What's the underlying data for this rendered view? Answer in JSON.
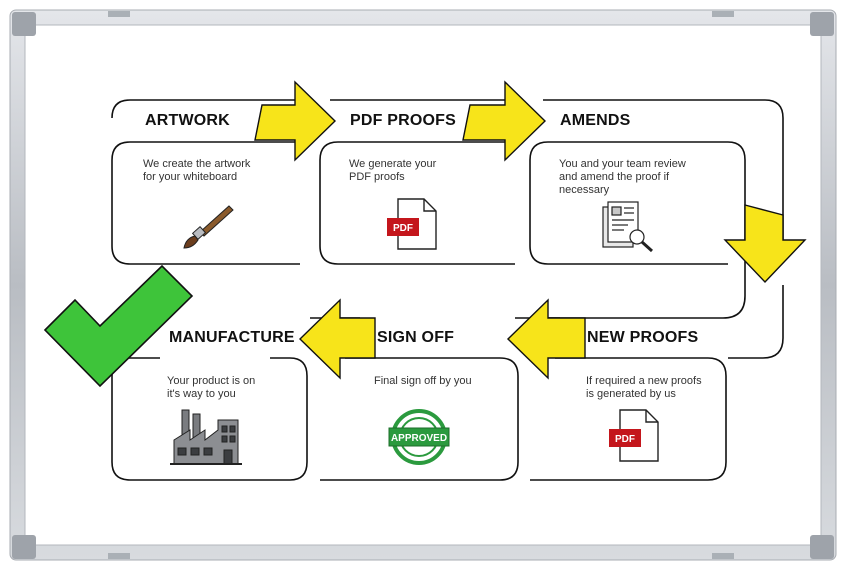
{
  "steps": [
    {
      "title": "ARTWORK",
      "lines": [
        "We create the artwork",
        "for your whiteboard"
      ],
      "icon": "paintbrush-icon"
    },
    {
      "title": "PDF PROOFS",
      "lines": [
        "We generate your",
        "PDF proofs"
      ],
      "icon": "pdf-file-icon"
    },
    {
      "title": "AMENDS",
      "lines": [
        "You and your team review",
        "and amend the proof if",
        "necessary"
      ],
      "icon": "document-review-icon"
    },
    {
      "title": "NEW PROOFS",
      "lines": [
        "If required a new proofs",
        "is generated by us"
      ],
      "icon": "pdf-file-icon"
    },
    {
      "title": "SIGN OFF",
      "lines": [
        "Final sign off by you"
      ],
      "icon": "approved-stamp-icon"
    },
    {
      "title": "MANUFACTURE",
      "lines": [
        "Your product is on",
        "it's way to you"
      ],
      "icon": "factory-icon"
    }
  ],
  "pdf_label": "PDF",
  "stamp_label": "APPROVED",
  "colors": {
    "arrow": "#f7e41a",
    "check": "#3ec43a",
    "pdf": "#c4161c",
    "stamp": "#2b9a3e",
    "frame": "#c9ccd1"
  }
}
